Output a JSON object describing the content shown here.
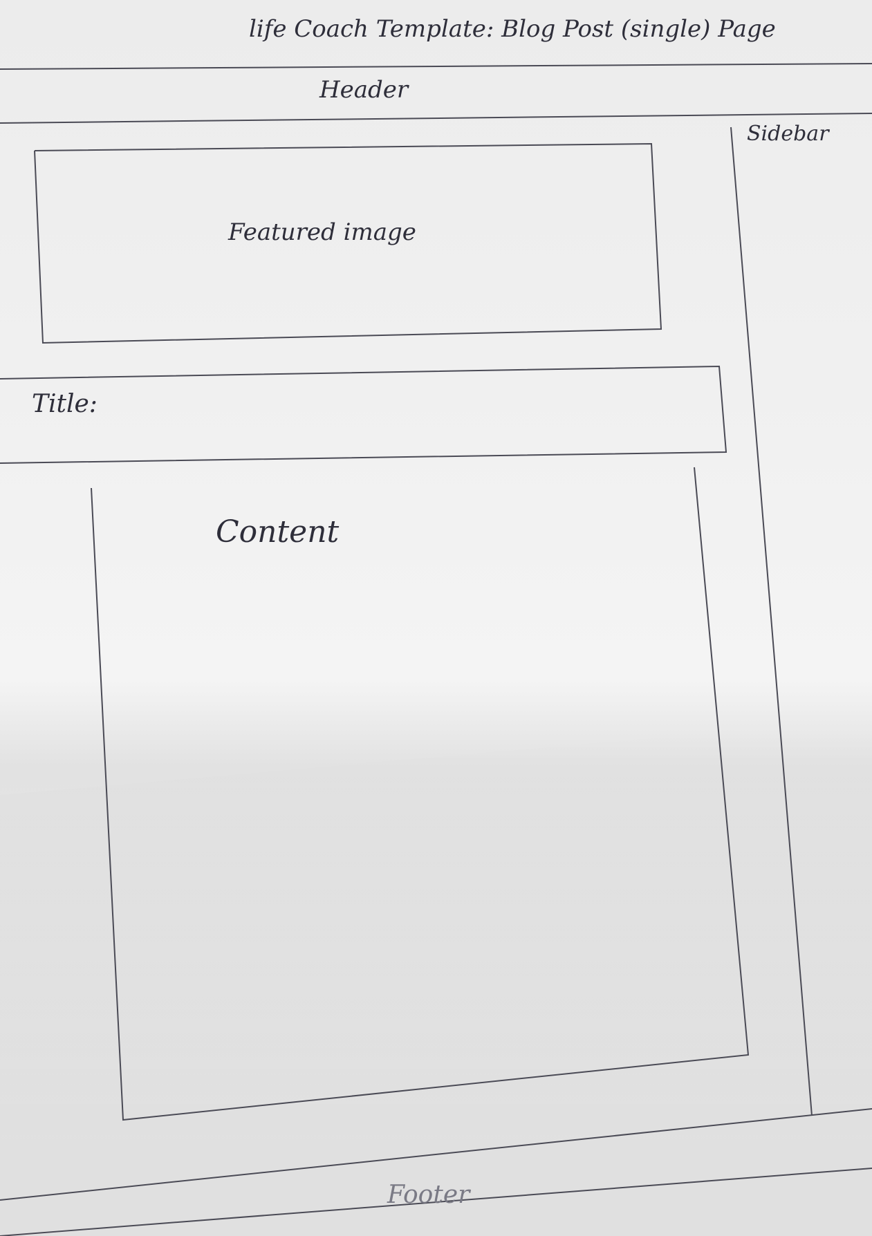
{
  "sketch": {
    "page_title": "life Coach Template: Blog Post (single) Page",
    "regions": {
      "header": "Header",
      "sidebar": "Sidebar",
      "featured_image": "Featured image",
      "title": "Title:",
      "content": "Content",
      "footer": "Footer"
    }
  },
  "colors": {
    "ink": "#2e2e3a",
    "paper": "#f0f0f0"
  }
}
